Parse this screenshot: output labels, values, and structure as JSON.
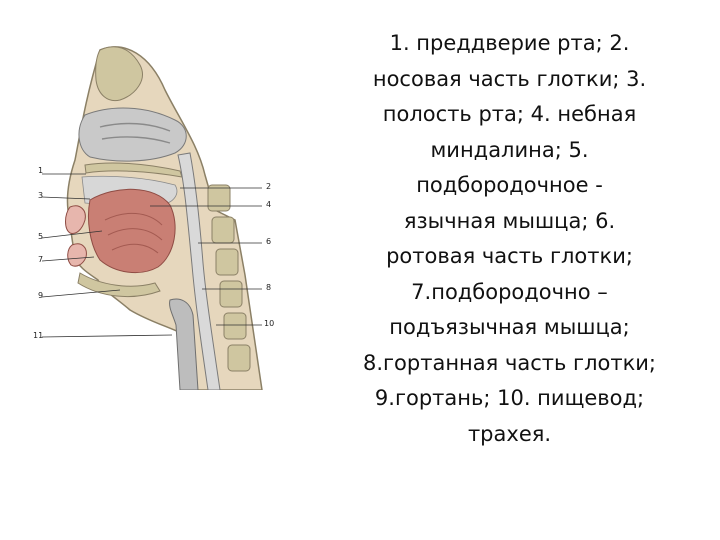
{
  "figure": {
    "left_labels": [
      "1",
      "3",
      "5",
      "7",
      "9",
      "11"
    ],
    "right_labels": [
      "2",
      "4",
      "6",
      "8",
      "10"
    ]
  },
  "caption": {
    "lines": [
      "1. преддверие рта; 2.",
      "носовая часть глотки; 3.",
      "полость рта; 4. небная",
      "миндалина; 5.",
      "подбородочное -",
      "язычная мышца; 6.",
      "ротовая часть глотки;",
      "7.подбородочно –",
      "подъязычная мышца;",
      "8.гортанная часть глотки;",
      "9.гортань; 10. пищевод;",
      "трахея."
    ]
  },
  "colors": {
    "bone": "#cfc6a0",
    "soft_tissue": "#e6d7bd",
    "cavity": "#c9c9c9",
    "muscle": "#c97f74",
    "mucosa": "#e7b6ad"
  }
}
